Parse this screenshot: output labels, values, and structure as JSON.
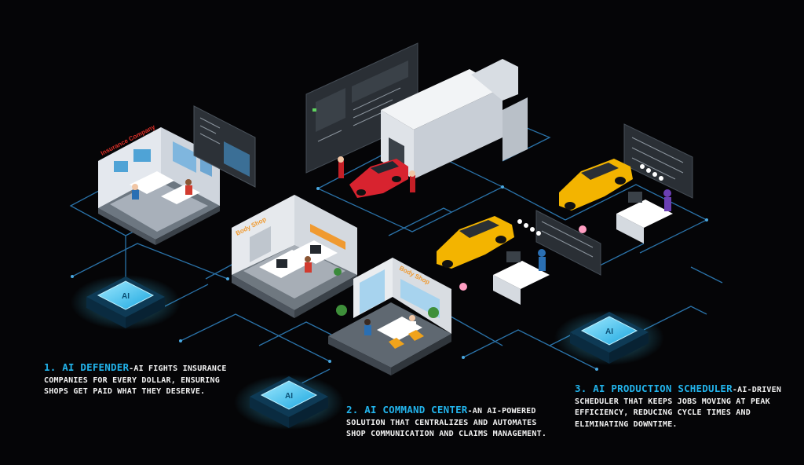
{
  "colors": {
    "background": "#050507",
    "accent": "#22b4ec",
    "circuit_line": "#2a72a8",
    "room_sign_red": "#e03028",
    "room_sign_orange": "#f09a30",
    "car_red": "#d8232f",
    "car_yellow": "#f3b400",
    "chip_glow": "#3fd0ff"
  },
  "icons": {
    "ai_chip": "ai-chip-icon"
  },
  "rooms": {
    "insurance_sign": "Insurance Company",
    "body_shop_sign_1": "Body Shop",
    "body_shop_sign_2": "Body Shop"
  },
  "chips": {
    "chip1_label": "AI",
    "chip2_label": "AI",
    "chip3_label": "AI"
  },
  "captions": {
    "c1": {
      "number": "1. ",
      "title": "AI DEFENDER",
      "body": "-AI FIGHTS INSURANCE COMPANIES FOR EVERY DOLLAR, ENSURING SHOPS GET PAID WHAT THEY DESERVE."
    },
    "c2": {
      "number": "2. ",
      "title": "AI COMMAND CENTER",
      "body": "-AN AI-POWERED SOLUTION THAT CENTRALIZES AND AUTOMATES SHOP COMMUNICATION AND CLAIMS MANAGEMENT."
    },
    "c3": {
      "number": "3. ",
      "title": "AI PRODUCTION SCHEDULER",
      "body": "-AI-DRIVEN SCHEDULER THAT KEEPS JOBS MOVING AT PEAK EFFICIENCY, REDUCING CYCLE TIMES AND ELIMINATING DOWNTIME."
    }
  }
}
